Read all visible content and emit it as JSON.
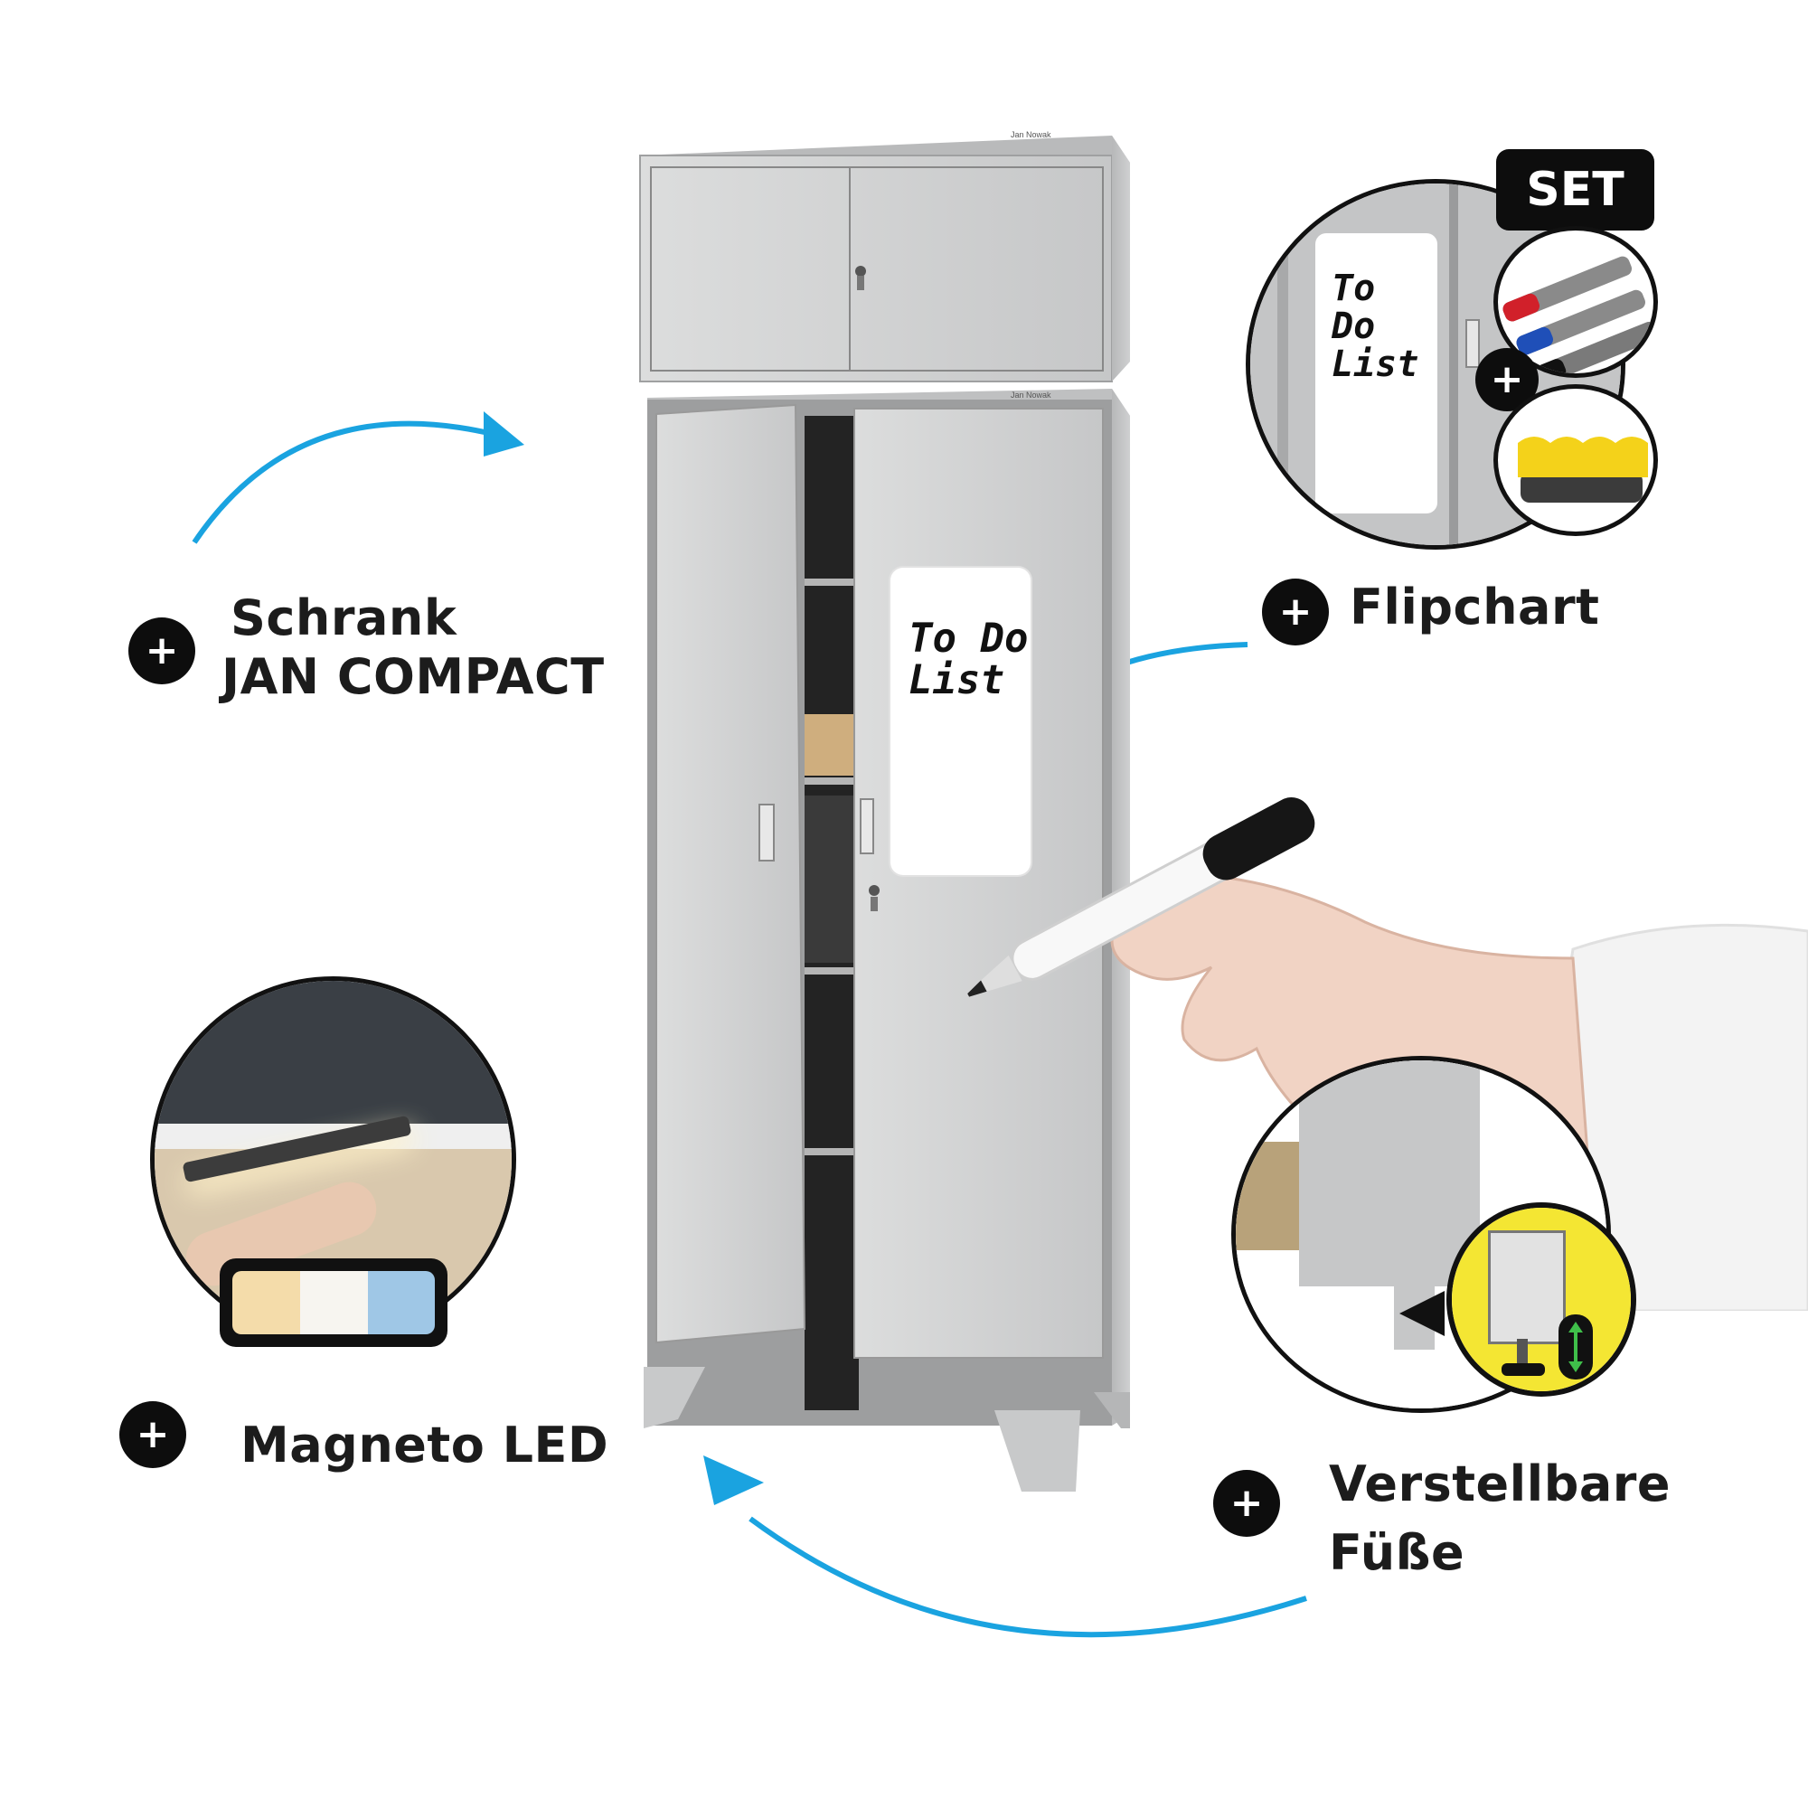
{
  "features": {
    "schrank": {
      "line1": "Schrank",
      "line2": "JAN COMPACT"
    },
    "flipchart": {
      "label": "Flipchart"
    },
    "led": {
      "label": "Magneto LED"
    },
    "feet": {
      "line1": "Verstellbare",
      "line2": "Füße"
    }
  },
  "plus_symbol": "+",
  "set_badge": "SET",
  "whiteboard_text": "To Do\nList",
  "brand_marks": [
    "Jan Nowak"
  ],
  "colors": {
    "arrow_blue": "#1aa3e0",
    "badge_black": "#0d0d0d",
    "cabinet_grey": "#c9cacb",
    "accent_yellow": "#f4e633",
    "marker_red": "#d1202a",
    "marker_blue": "#1f4fb8",
    "sponge_yellow": "#f4d21a"
  },
  "icons": [
    "plus-icon",
    "curved-arrow-icon",
    "adjust-arrows-icon",
    "pointer-triangle-icon"
  ]
}
